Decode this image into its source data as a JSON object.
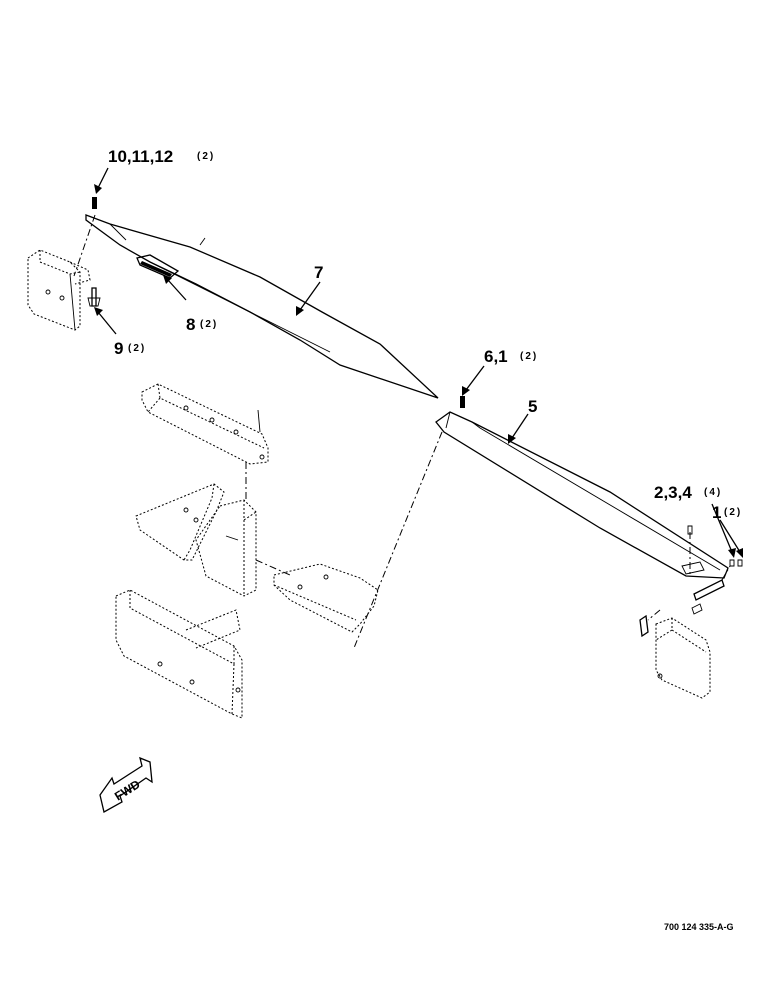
{
  "callouts": {
    "c10": {
      "main": "10,11,12",
      "qty": "(2)"
    },
    "c7": {
      "main": "7",
      "qty": ""
    },
    "c8": {
      "main": "8",
      "qty": "(2)"
    },
    "c9": {
      "main": "9",
      "qty": "(2)"
    },
    "c6": {
      "main": "6,1",
      "qty": "(2)"
    },
    "c5": {
      "main": "5",
      "qty": ""
    },
    "c2": {
      "main": "2,3,4",
      "qty": "(4)"
    },
    "c1": {
      "main": "1",
      "qty": "(2)"
    }
  },
  "fwd_label": "FWD",
  "part_reference": "700 124 335-A-G"
}
